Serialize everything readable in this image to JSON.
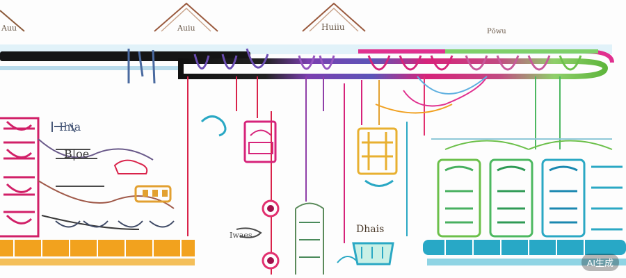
{
  "diagram": {
    "labels": {
      "left_peak": "Auu",
      "center_peak": "Auiu",
      "right_peak": "Huiiu",
      "top_right": "Pōwu",
      "mid_left_1": "Ihia",
      "mid_left_2": "B|oe",
      "bottom_center": "Iwaes",
      "bottom_right": "Dhais"
    },
    "watermark": "AI生成",
    "colors": {
      "bus_dark": "#141414",
      "purple": "#7b3fb0",
      "magenta": "#d6237a",
      "pink": "#e0308f",
      "green": "#6cc04a",
      "orange": "#f0a020",
      "teal": "#2aa8c4",
      "red": "#d9234a",
      "gold": "#e8b030"
    }
  }
}
